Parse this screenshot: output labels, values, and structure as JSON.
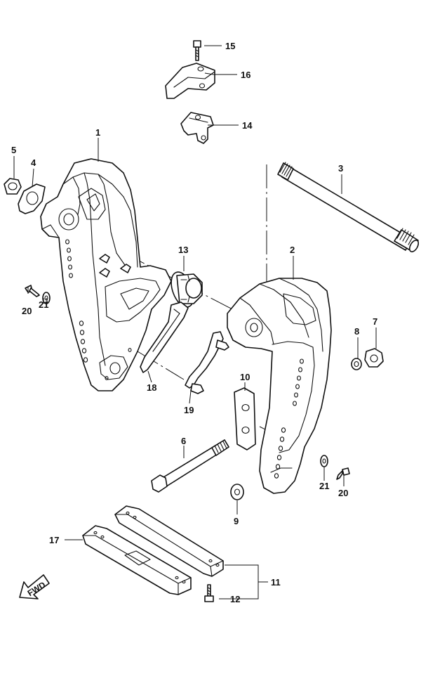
{
  "callouts": [
    {
      "id": "1",
      "part": "clamp-bracket-left"
    },
    {
      "id": "2",
      "part": "clamp-bracket-right"
    },
    {
      "id": "3",
      "part": "clamp-shaft"
    },
    {
      "id": "4",
      "part": "washer"
    },
    {
      "id": "5",
      "part": "nut"
    },
    {
      "id": "6",
      "part": "bolt"
    },
    {
      "id": "7",
      "part": "nut"
    },
    {
      "id": "8",
      "part": "washer"
    },
    {
      "id": "9",
      "part": "washer"
    },
    {
      "id": "10",
      "part": "plate"
    },
    {
      "id": "11",
      "part": "spacer-set"
    },
    {
      "id": "12",
      "part": "screw"
    },
    {
      "id": "13",
      "part": "bushing"
    },
    {
      "id": "14",
      "part": "bracket"
    },
    {
      "id": "15",
      "part": "screw"
    },
    {
      "id": "16",
      "part": "cover"
    },
    {
      "id": "17",
      "part": "spacer"
    },
    {
      "id": "18",
      "part": "lever"
    },
    {
      "id": "19",
      "part": "lever"
    },
    {
      "id": "20",
      "part": "screw"
    },
    {
      "id": "21",
      "part": "washer"
    }
  ],
  "fwd_label": "FWD",
  "fwd_icon": "arrow-icon"
}
